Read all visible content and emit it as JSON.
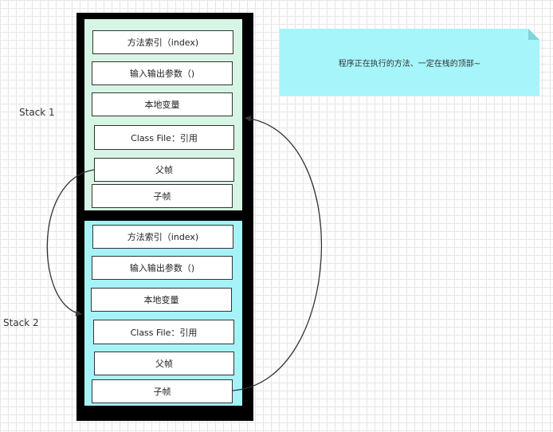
{
  "labels": {
    "stack1": "Stack 1",
    "stack2": "Stack 2"
  },
  "note": "程序正在执行的方法、一定在栈的顶部~",
  "stack1": {
    "frames": [
      "方法索引（index)",
      "输入输出参数（)",
      "本地变量",
      "Class File：引用",
      "父帧",
      "子帧"
    ]
  },
  "stack2": {
    "frames": [
      "方法索引（index)",
      "输入输出参数（)",
      "本地变量",
      "Class File：引用",
      "父帧",
      "子帧"
    ]
  },
  "colors": {
    "stack1_bg": "#d7f5e4",
    "stack2_bg": "#a6f3f7",
    "note_bg": "#a6f5fb",
    "outer_border": "#000000"
  }
}
